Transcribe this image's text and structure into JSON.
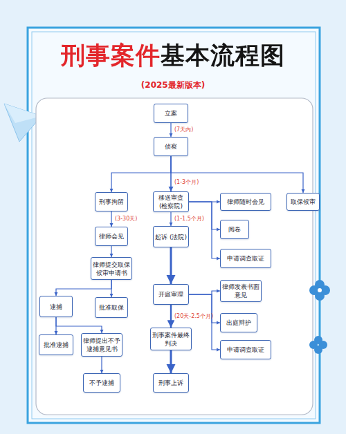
{
  "diagram": {
    "title": "刑事案件基本流程图",
    "nodes": [
      {
        "text": [
          "立案"
        ]
      },
      {
        "text": [
          "侦察"
        ]
      },
      {
        "text": [
          "刑事拘留"
        ]
      },
      {
        "text": [
          "移送审查 (检察院)"
        ]
      },
      {
        "text": [
          "律师随时会见"
        ]
      },
      {
        "text": [
          "取保候审"
        ]
      },
      {
        "text": [
          "律师会见"
        ]
      },
      {
        "text": [
          "阅卷"
        ]
      },
      {
        "text": [
          "起诉 (法院)"
        ]
      },
      {
        "text": [
          "申请调查取证"
        ]
      },
      {
        "text": [
          "律师提交取保候审申请书"
        ]
      },
      {
        "text": [
          "开庭审理"
        ]
      },
      {
        "text": [
          "律师发表书面意见"
        ]
      },
      {
        "text": [
          "逮捕"
        ]
      },
      {
        "text": [
          "批准取保"
        ]
      },
      {
        "text": [
          "出庭辩护"
        ]
      },
      {
        "text": [
          "刑事案件最终判决"
        ]
      },
      {
        "text": [
          "批准逮捕"
        ]
      },
      {
        "text": [
          "律师提出不予逮捕意见书"
        ]
      },
      {
        "text": [
          "申请调查取证"
        ]
      },
      {
        "text": [
          "不予逮捕"
        ]
      },
      {
        "text": [
          "刑事上诉"
        ]
      }
    ],
    "edges": [
      {
        "from": 0,
        "to": 1,
        "label": "(7天内)",
        "arrow": "to"
      },
      {
        "from": 1,
        "to": 2,
        "arrow": "to"
      },
      {
        "from": 1,
        "to": 3,
        "label": "(1-3个月)",
        "arrow": "to"
      },
      {
        "from": 1,
        "to": 5,
        "arrow": "to"
      },
      {
        "from": 3,
        "to": 4,
        "arrow": "to"
      },
      {
        "from": 3,
        "to": 7,
        "arrow": "to"
      },
      {
        "from": 3,
        "to": 9,
        "arrow": "to"
      },
      {
        "from": 3,
        "to": 8,
        "label": "(1-1.5个月)",
        "arrow": "to"
      },
      {
        "from": 2,
        "to": 6,
        "label": "(3-30天)",
        "arrow": "to"
      },
      {
        "from": 6,
        "to": 10,
        "arrow": "to"
      },
      {
        "from": 10,
        "to": 13,
        "arrow": "to"
      },
      {
        "from": 10,
        "to": 14,
        "arrow": "to"
      },
      {
        "from": 8,
        "to": 11,
        "arrow": "to"
      },
      {
        "from": 11,
        "to": 12,
        "arrow": "to"
      },
      {
        "from": 11,
        "to": 15,
        "arrow": "to"
      },
      {
        "from": 11,
        "to": 19,
        "arrow": "to"
      },
      {
        "from": 11,
        "to": 16,
        "label": "(20天-2.5个月)",
        "arrow": "to"
      },
      {
        "from": 13,
        "to": 17,
        "arrow": "to"
      },
      {
        "from": 13,
        "to": 18,
        "arrow": "to"
      },
      {
        "from": 18,
        "to": 20,
        "arrow": "to"
      },
      {
        "from": 16,
        "to": 21,
        "arrow": "to"
      }
    ],
    "labels": [
      "(2025最新版本)"
    ]
  }
}
